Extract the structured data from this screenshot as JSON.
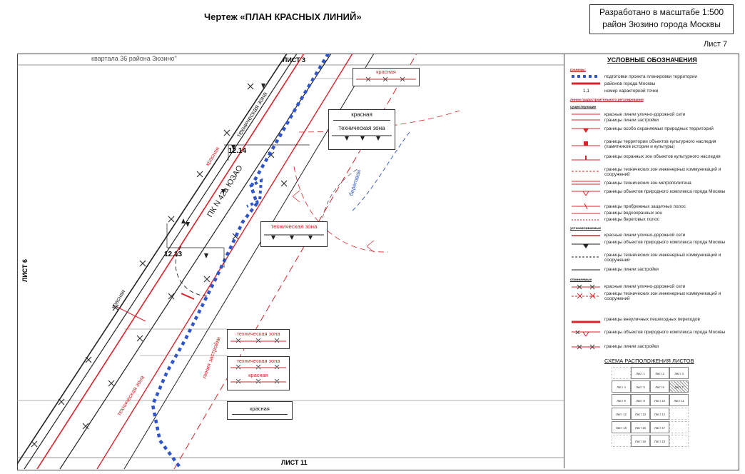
{
  "header": {
    "title": "Чертеж «ПЛАН КРАСНЫХ ЛИНИЙ»",
    "scale_line1": "Разработано в масштабе 1:500",
    "scale_line2": "район Зюзино города Москвы",
    "sheet": "Лист 7"
  },
  "map": {
    "top_note": "квартала 36 района Зюзино\"",
    "sheet_top": "ЛИСТ 3",
    "sheet_bottom": "ЛИСТ 11",
    "sheet_left": "ЛИСТ 6",
    "tech_zone_label": "техническая зона",
    "tech_zone_label_2": "техническая зона",
    "red_label": "красная",
    "red_label_2": "красная",
    "pk_label": "ПК N 42а ЮЗАО",
    "point_1214": "12.14",
    "point_1213": "12.13",
    "shore_label": "береговая",
    "build_line_label": "линия застройки",
    "boxes": {
      "b1": "красная",
      "b2a": "красная",
      "b2b": "техническая зона",
      "b3": "техническая зона",
      "b4": "техническая зона",
      "b5a": "техническая зона",
      "b5b": "красная",
      "b6": "красная"
    }
  },
  "legend": {
    "title": "УСЛОВНЫЕ ОБОЗНАЧЕНИЯ",
    "h_boundaries": "границы:",
    "i1": "подготовки проекта планировки территории",
    "i2": "районов города Москвы",
    "i3": "номер характерной точки",
    "i3_sym": "1.1",
    "h_regulation": "линии градостроительного регулирования",
    "h_existing": "существующие",
    "i4": "красные линии улично-дорожной сети",
    "i5": "границы линии застройки",
    "i6": "границы особо охраняемых природных территорий",
    "i7": "границы территории объектов культурного наследия (памятников истории и культуры)",
    "i8": "границы охранных зон объектов культурного наследия",
    "i9": "границы технических зон инженерных коммуникаций и сооружений",
    "i10": "границы технических зон метрополитена",
    "i11": "границы объектов природного комплекса города Москвы",
    "i12": "границы прибрежных защитных полос",
    "i13": "границы водоохранных зон",
    "i14": "границы береговых полос",
    "h_established": "устанавливаемые",
    "i15": "красные линии улично-дорожной сети",
    "i16": "границы объектов природного комплекса города Москвы",
    "i17": "границы технических зон инженерных коммуникаций и сооружений",
    "i18": "границы линии застройки",
    "h_cancelled": "отменяемые",
    "i19": "красные линии улично-дорожной сети",
    "i20": "границы технических зон инженерных коммуникаций и сооружений",
    "i21": "границы внеуличных пешеходных переходов",
    "i22": "границы объектов природного комплекса города Москвы",
    "i23": "границы линии застройки",
    "scheme_title": "СХЕМА РАСПОЛОЖЕНИЯ ЛИСТОВ",
    "sheets": [
      "Лист 1",
      "Лист 2",
      "Лист 3",
      "Лист 4",
      "Лист 5",
      "Лист 6",
      "Лист 7",
      "Лист 8",
      "Лист 9",
      "Лист 10",
      "Лист 11",
      "Лист 12",
      "Лист 13",
      "Лист 14",
      "Лист 15",
      "Лист 16",
      "Лист 17",
      "Лист 18",
      "Лист 19"
    ],
    "colors": {
      "red": "#d8232a",
      "blue": "#2f55c8",
      "dark": "#222222"
    }
  }
}
